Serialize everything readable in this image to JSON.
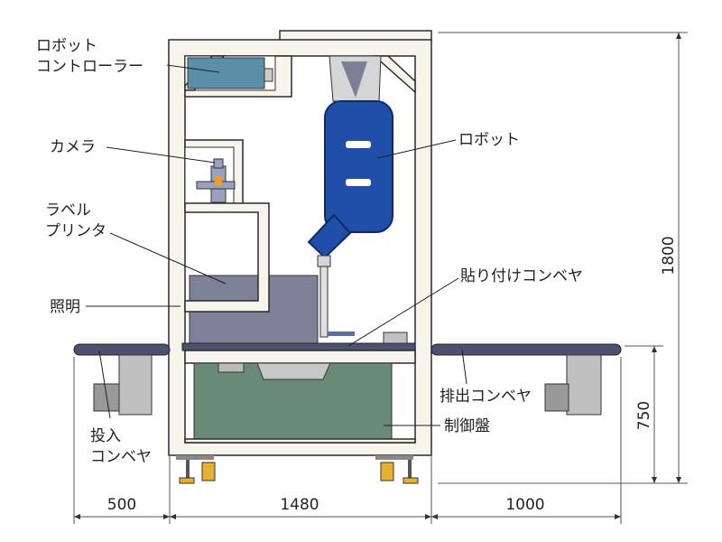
{
  "labels": {
    "robot_controller_line1": "ロボット",
    "robot_controller_line2": "コントローラー",
    "camera": "カメラ",
    "label_printer_line1": "ラベル",
    "label_printer_line2": "プリンタ",
    "lighting": "照明",
    "robot": "ロボット",
    "applying_conveyor": "貼り付けコンベヤ",
    "discharge_conveyor": "排出コンベヤ",
    "control_panel": "制御盤",
    "infeed_conveyor_line1": "投入",
    "infeed_conveyor_line2": "コンベヤ"
  },
  "dimensions": {
    "infeed_width": "500",
    "cell_width": "1480",
    "discharge_width": "1000",
    "total_height": "1800",
    "conveyor_height": "750"
  },
  "colors": {
    "robot": "#1f4fa8",
    "controller": "#5b8fa8",
    "control_panel": "#6a8a78",
    "printer": "#7d8299",
    "frame": "#f7f4ec",
    "conveyor": "#4a5270"
  }
}
